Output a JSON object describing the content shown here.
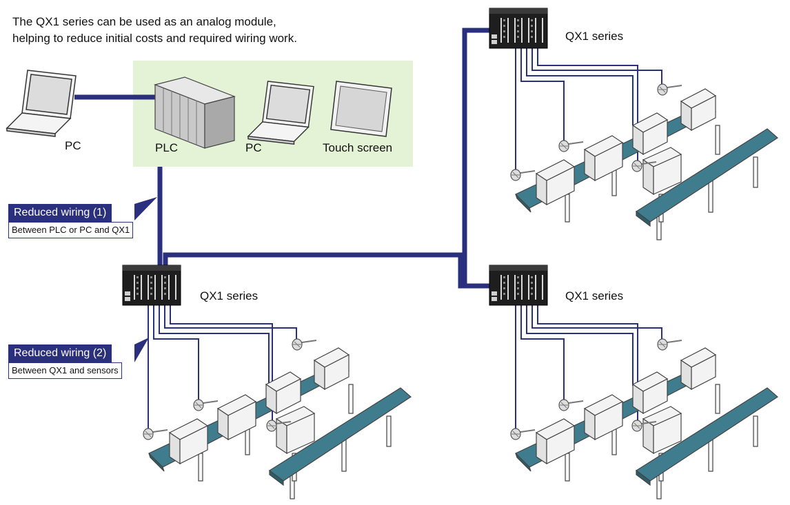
{
  "intro": {
    "line1": "The QX1 series can be used as an analog module,",
    "line2": "helping to reduce initial costs and required wiring work."
  },
  "labels": {
    "pc_left": "PC",
    "plc": "PLC",
    "pc_center": "PC",
    "touch_screen": "Touch screen",
    "qx1_top": "QX1 series",
    "qx1_left": "QX1 series",
    "qx1_right": "QX1 series"
  },
  "callouts": {
    "wiring1": {
      "title": "Reduced wiring (1)",
      "detail": "Between PLC or PC and QX1"
    },
    "wiring2": {
      "title": "Reduced wiring (2)",
      "detail": "Between QX1 and sensors"
    }
  },
  "colors": {
    "cable": "#2a2f7e",
    "panel": "#e4f2d6",
    "belt": "#3f7d8e"
  }
}
